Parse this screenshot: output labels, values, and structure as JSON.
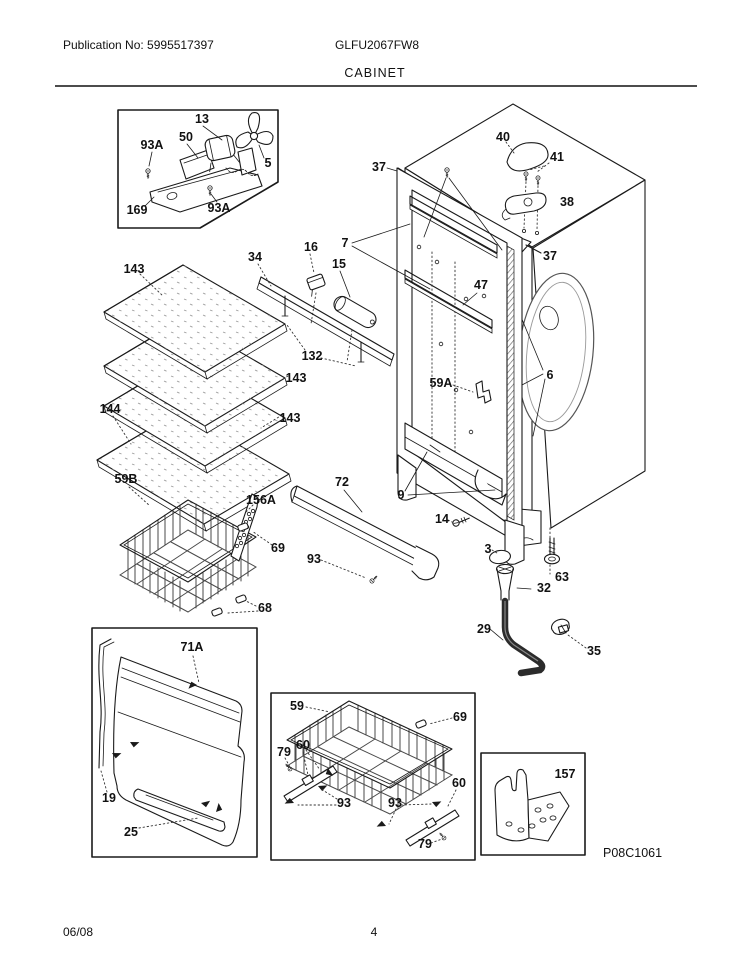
{
  "page": {
    "publication": "Publication No: 5995517397",
    "model": "GLFU2067FW8",
    "title": "CABINET",
    "diagram_code": "P08C1061",
    "date": "06/08",
    "page_number": "4"
  },
  "colors": {
    "line": "#1a1a1a",
    "hatch": "#666666",
    "speckle": "#9a9a9a"
  },
  "diagram": {
    "description": "Exploded parts view of freezer cabinet",
    "labels": [
      {
        "text": "13"
      },
      {
        "text": "50"
      },
      {
        "text": "93A"
      },
      {
        "text": "5"
      },
      {
        "text": "169"
      },
      {
        "text": "93A"
      },
      {
        "text": "143"
      },
      {
        "text": "34"
      },
      {
        "text": "16"
      },
      {
        "text": "15"
      },
      {
        "text": "7"
      },
      {
        "text": "37"
      },
      {
        "text": "40"
      },
      {
        "text": "41"
      },
      {
        "text": "38"
      },
      {
        "text": "37"
      },
      {
        "text": "47"
      },
      {
        "text": "132"
      },
      {
        "text": "143"
      },
      {
        "text": "143"
      },
      {
        "text": "144"
      },
      {
        "text": "59A"
      },
      {
        "text": "6"
      },
      {
        "text": "59B"
      },
      {
        "text": "156A"
      },
      {
        "text": "72"
      },
      {
        "text": "9"
      },
      {
        "text": "69"
      },
      {
        "text": "93"
      },
      {
        "text": "14"
      },
      {
        "text": "3"
      },
      {
        "text": "68"
      },
      {
        "text": "63"
      },
      {
        "text": "32"
      },
      {
        "text": "29"
      },
      {
        "text": "35"
      },
      {
        "text": "71A"
      },
      {
        "text": "19"
      },
      {
        "text": "25"
      },
      {
        "text": "59"
      },
      {
        "text": "69"
      },
      {
        "text": "79"
      },
      {
        "text": "60"
      },
      {
        "text": "93"
      },
      {
        "text": "93"
      },
      {
        "text": "60"
      },
      {
        "text": "79"
      },
      {
        "text": "157"
      }
    ]
  }
}
